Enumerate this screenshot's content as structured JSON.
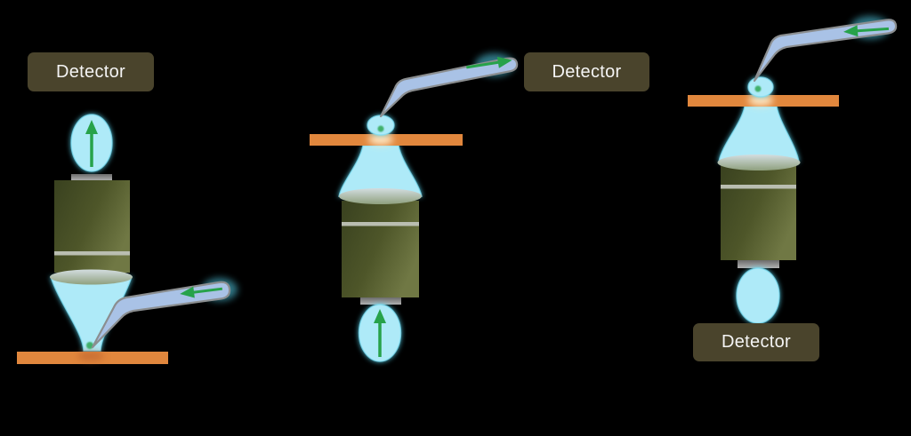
{
  "figure": {
    "type": "optical-microscopy-configurations-diagram",
    "background_color": "#000000",
    "diagrams": [
      {
        "detector_label": "Detector",
        "detector_position": "top-left",
        "objective_orientation": "lens-down",
        "beam_arrow_direction": "up",
        "light_guide_entry": "right-side",
        "light_guide_arrow_direction": "left"
      },
      {
        "detector_label": "Detector",
        "detector_position": "top-right",
        "objective_orientation": "lens-up",
        "beam_arrow_direction": "up",
        "light_guide_entry": "top-right",
        "light_guide_arrow_direction": "right"
      },
      {
        "detector_label": "Detector",
        "detector_position": "bottom-right",
        "objective_orientation": "lens-up",
        "beam_arrow_direction": "none",
        "light_guide_entry": "top-right",
        "light_guide_arrow_direction": "left"
      }
    ]
  },
  "colors": {
    "background": "#000000",
    "detector_box": "#4a442c",
    "detector_text": "#f4f4f4",
    "sample_bar": "#e1873d",
    "light_beam": "#aeeaf8",
    "beam_glow": "#56d7f2",
    "arrow_green": "#27a24a",
    "emitter_dot": "#35aa5b",
    "objective_dark": "#39411f",
    "objective_light": "#707844",
    "objective_band": "#babeb1",
    "objective_cap": "#9a9a9a",
    "light_guide": "#a9c2e6",
    "light_guide_outline": "#8b8e90",
    "bar_glow_bright": "#ffe8c4",
    "bar_glow_dark": "#b55c2c"
  }
}
